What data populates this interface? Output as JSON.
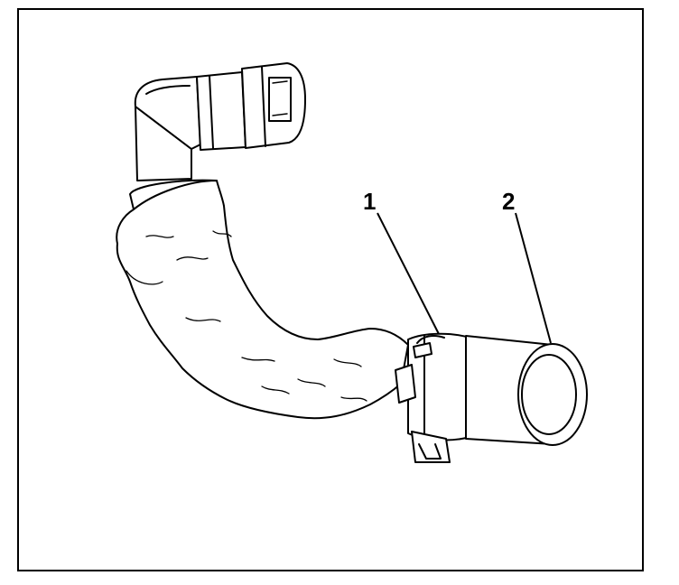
{
  "diagram": {
    "callouts": [
      {
        "id": "1",
        "label": "1"
      },
      {
        "id": "2",
        "label": "2"
      }
    ],
    "colors": {
      "line": "#000000",
      "fill": "#ffffff"
    }
  }
}
